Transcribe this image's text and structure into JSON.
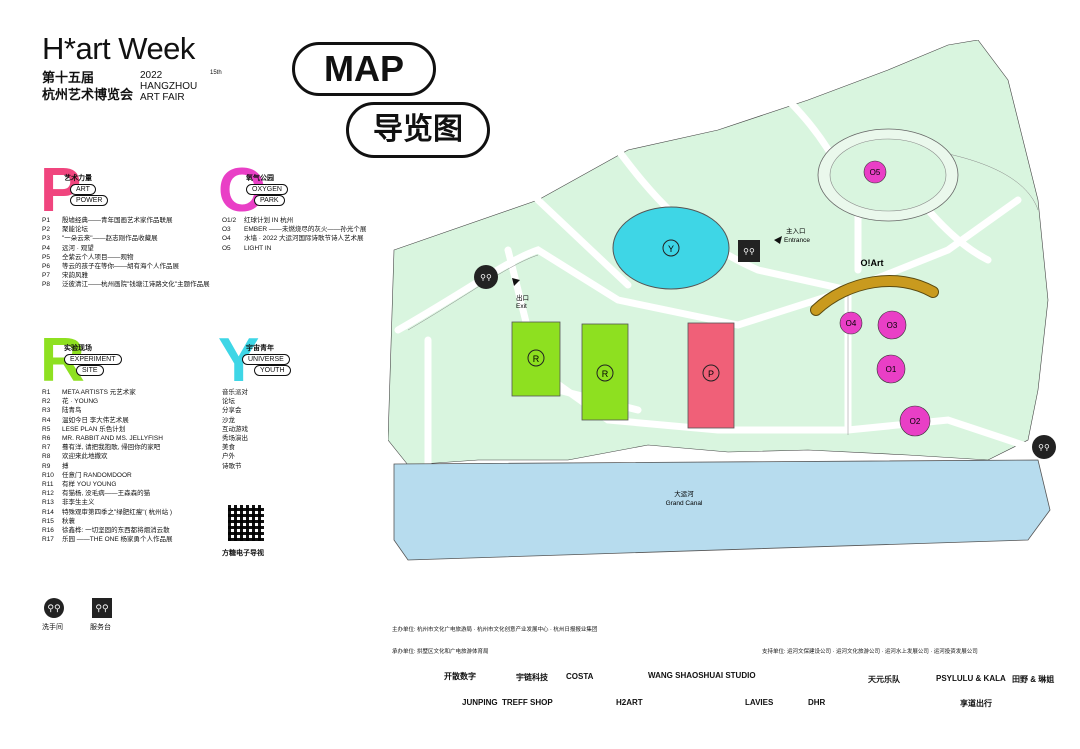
{
  "brand": {
    "title": "H*art Week",
    "cn_line1": "第十五届",
    "cn_line2": "杭州艺术博览会",
    "en_year": "2022",
    "en_line1": "HANGZHOU",
    "en_line2": "ART FAIR",
    "edition": "15th"
  },
  "header": {
    "map_en": "MAP",
    "map_cn": "导览图"
  },
  "zones": {
    "p": {
      "letter": "P",
      "color": "#f0457e",
      "tag_cn": "艺术力量",
      "tag_en1": "ART",
      "tag_en2": "POWER",
      "items": [
        {
          "code": "P1",
          "text": "殷墟经典——青年国画艺术家作品联展"
        },
        {
          "code": "P2",
          "text": "聚能论坛"
        },
        {
          "code": "P3",
          "text": "\"一朵云来\"——赵志刚作品收藏展"
        },
        {
          "code": "P4",
          "text": "远河 · 观望"
        },
        {
          "code": "P5",
          "text": "仝紫云个人项目——观物"
        },
        {
          "code": "P6",
          "text": "等云的孩子在等你——胡有海个人作品展"
        },
        {
          "code": "P7",
          "text": "宋韵风雅"
        },
        {
          "code": "P8",
          "text": "泛彼清江——杭州画院\"钱塘江诗路文化\"主题作品展"
        }
      ]
    },
    "o": {
      "letter": "O",
      "color": "#e93fc6",
      "tag_cn": "氧气公园",
      "tag_en1": "OXYGEN",
      "tag_en2": "PARK",
      "items": [
        {
          "code": "O1/2",
          "text": "红球计划 IN 杭州"
        },
        {
          "code": "O3",
          "text": "EMBER ——未燃烧尽的灰火——孙光个展"
        },
        {
          "code": "O4",
          "text": "水墙 · 2022 大运河国际诗歌节诗人艺术展"
        },
        {
          "code": "O5",
          "text": "LIGHT IN"
        }
      ]
    },
    "r": {
      "letter": "R",
      "color": "#8ee020",
      "tag_cn": "实验现场",
      "tag_en1": "EXPERIMENT",
      "tag_en2": "SITE",
      "items": [
        {
          "code": "R1",
          "text": "META ARTISTS 元艺术家"
        },
        {
          "code": "R2",
          "text": "花 · YOUNG"
        },
        {
          "code": "R3",
          "text": "陆青鸟"
        },
        {
          "code": "R4",
          "text": "温如今日 李大伟艺术展"
        },
        {
          "code": "R5",
          "text": "LESE PLAN 乐色计划"
        },
        {
          "code": "R6",
          "text": "MR. RABBIT AND MS. JELLYFISH"
        },
        {
          "code": "R7",
          "text": "蓦有洋, 请把我抱歌, 帰回你的家吧"
        },
        {
          "code": "R8",
          "text": "欢迎来此地撒欢"
        },
        {
          "code": "R9",
          "text": "搏"
        },
        {
          "code": "R10",
          "text": "任意门 RANDOMDOOR"
        },
        {
          "code": "R11",
          "text": "有样 YOU YOUNG"
        },
        {
          "code": "R12",
          "text": "有猫杨, 没毛病——王森森的猫"
        },
        {
          "code": "R13",
          "text": "非李生主义"
        },
        {
          "code": "R14",
          "text": "特殊观审第四季之\"绿肥红瘦\"( 杭州站 )"
        },
        {
          "code": "R15",
          "text": "秋蓑"
        },
        {
          "code": "R16",
          "text": "徐鑫桦: 一切坚固的东西都将烟消云散"
        },
        {
          "code": "R17",
          "text": "乐园 ——THE  ONE 杨家勇个人作品展"
        }
      ]
    },
    "y": {
      "letter": "Y",
      "color": "#3ed6e6",
      "tag_cn": "宇宙青年",
      "tag_en1": "UNIVERSE",
      "tag_en2": "YOUTH",
      "items": [
        "音乐派对",
        "论坛",
        "分享会",
        "沙龙",
        "互动游戏",
        "秀场演出",
        "美食",
        "户外",
        "诗歌节"
      ]
    }
  },
  "qr_label": "方糖电子导视",
  "facilities": {
    "restroom": "洗手间",
    "service": "服务台"
  },
  "map": {
    "labels": {
      "y": "Y",
      "r1": "R",
      "r2": "R",
      "p": "P",
      "o1": "O1",
      "o2": "O2",
      "o3": "O3",
      "o4": "O4",
      "o5": "O5",
      "oart": "O!Art",
      "entrance_cn": "主入口",
      "entrance_en": "Entrance",
      "exit_cn": "出口",
      "exit_en": "Exit",
      "canal_cn": "大运河",
      "canal_en": "Grand Canal"
    },
    "colors": {
      "park": "#d9f5df",
      "path": "#ffffff",
      "water": "#b7dcee",
      "lake": "#3ed6e6",
      "r_zone": "#8ee020",
      "p_zone": "#f06078",
      "o_zone": "#e93fc6",
      "oart_arc": "#c99a1e"
    }
  },
  "credits": {
    "host": "主办单位: 杭州市文化广电旅游局 · 杭州市文化创意产业发展中心 · 杭州日报报业集团",
    "organizer": "承办单位: 拱墅区文化和广电旅游体育局",
    "support": "支持单位: 运河文保建设公司 · 运河文化旅游公司 · 运河水上发展公司 · 运河投资发展公司",
    "logos": [
      "开散数字",
      "宇链科技",
      "COSTA",
      "JUNPING",
      "TREFF SHOP",
      "H2ART",
      "WANG SHAOSHUAI STUDIO",
      "DHR",
      "天元乐队",
      "PSYLULU & KALA",
      "田野 & 琳姐",
      "享道出行",
      "LAVIES"
    ]
  }
}
